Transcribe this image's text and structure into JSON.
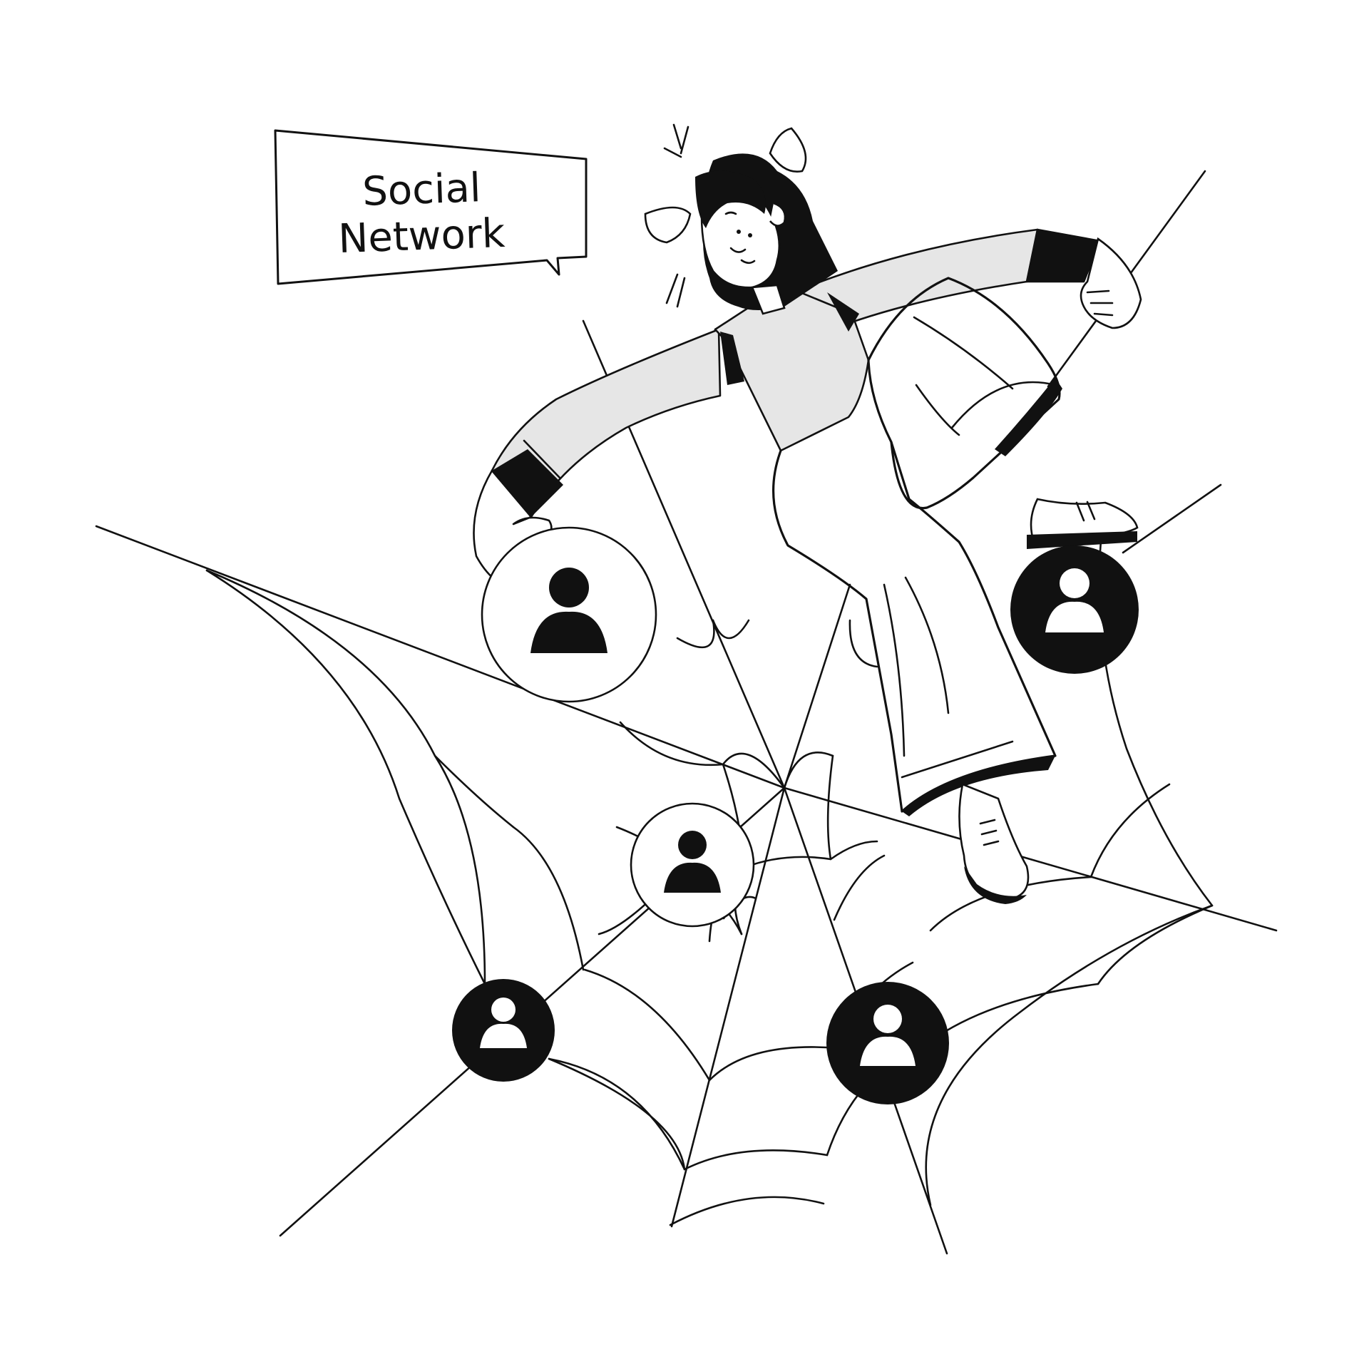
{
  "speech_bubble": {
    "line1": "Social",
    "line2": "Network"
  },
  "colors": {
    "ink": "#111111",
    "paper": "#ffffff",
    "sweater_gray": "#e6e6e6"
  },
  "nodes": [
    {
      "style": "outline",
      "icon": "user-icon"
    },
    {
      "style": "outline",
      "icon": "user-icon"
    },
    {
      "style": "filled",
      "icon": "user-icon"
    },
    {
      "style": "filled",
      "icon": "user-icon"
    },
    {
      "style": "filled",
      "icon": "user-icon"
    }
  ]
}
